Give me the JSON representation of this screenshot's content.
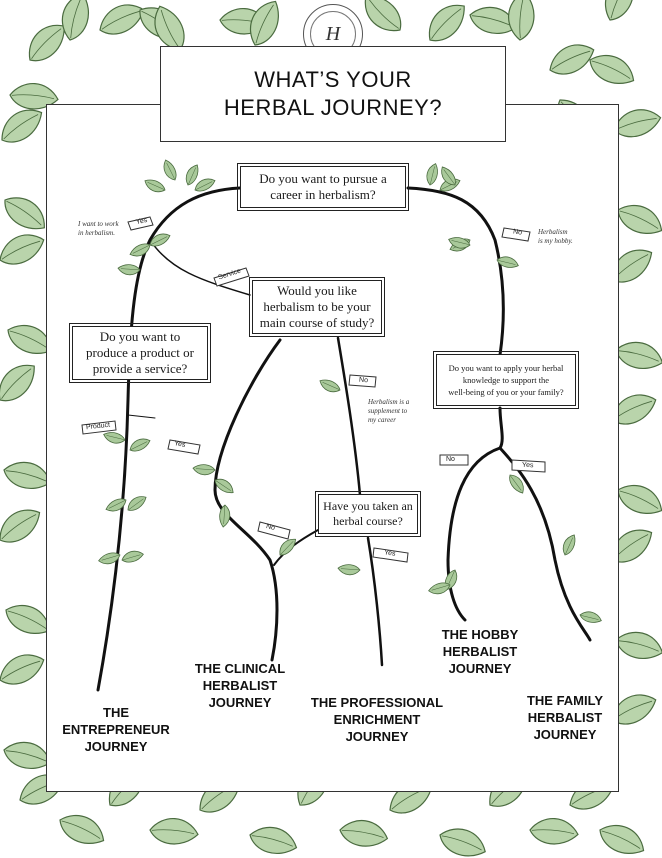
{
  "colors": {
    "leaf_fill": "#a9c99a",
    "leaf_stroke": "#4a6b3f",
    "frame_leaf": "#b9d4ab",
    "branch": "#111111"
  },
  "title": "WHAT’S YOUR\nHERBAL JOURNEY?",
  "seal": {
    "monogram": "H"
  },
  "questions": {
    "career": "Do you want to pursue a\ncareer in herbalism?",
    "product": "Do you want to\nproduce a product or\nprovide a service?",
    "main_study": "Would you like\nherbalism to be your\nmain course of study?",
    "apply": "Do you want to apply your herbal\nknowledge to support the\nwell-being of you or your family?",
    "course": "Have you taken an\nherbal course?"
  },
  "tags": {
    "career_yes": "Yes",
    "career_no": "No",
    "service": "Service",
    "product": "Product",
    "main_yes": "Yes",
    "main_no": "No",
    "course_no": "No",
    "course_yes": "Yes",
    "apply_no": "No",
    "apply_yes": "Yes"
  },
  "notes": {
    "want_work": "I want to work\nin herbalism.",
    "hobby": "Herbalism\nis my hobby.",
    "supplement": "Herbalism is a\nsupplement to\nmy career"
  },
  "journeys": {
    "entrepreneur": "THE\nENTREPRENEUR\nJOURNEY",
    "clinical": "THE CLINICAL\nHERBALIST\nJOURNEY",
    "professional": "THE PROFESSIONAL\nENRICHMENT\nJOURNEY",
    "hobby": "THE HOBBY\nHERBALIST\nJOURNEY",
    "family": "THE FAMILY\nHERBALIST\nJOURNEY"
  }
}
